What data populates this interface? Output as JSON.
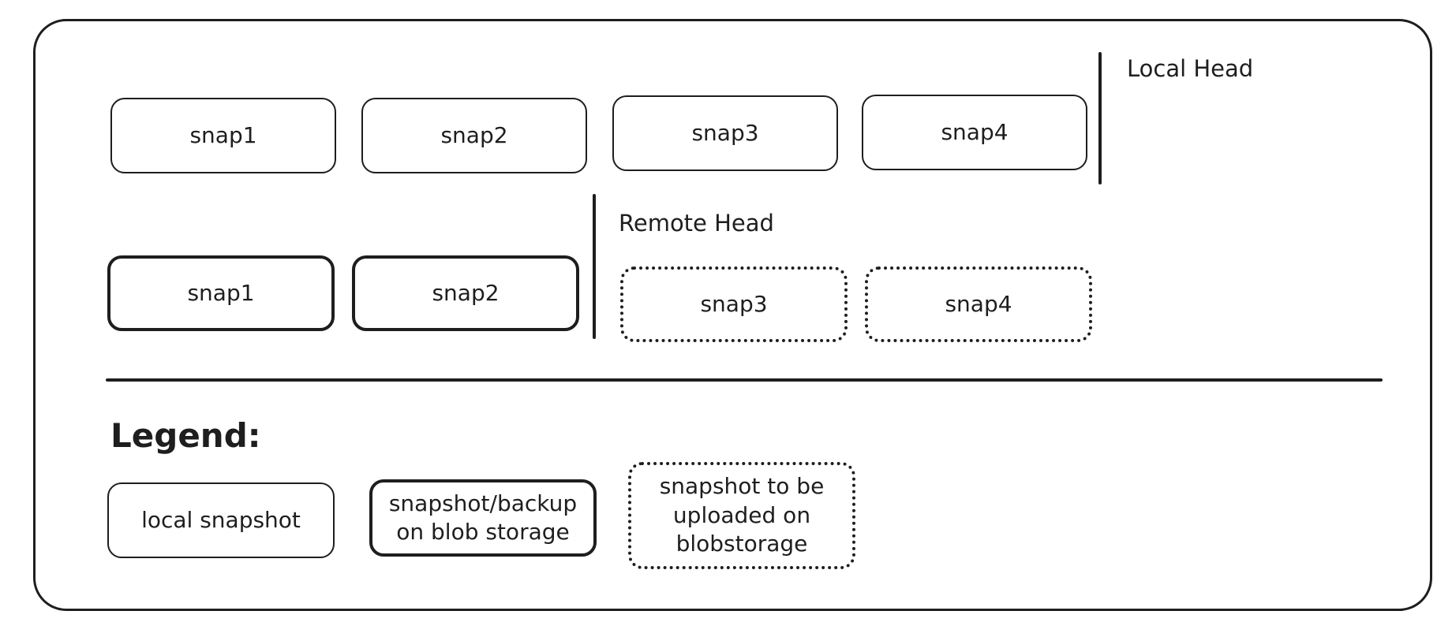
{
  "local_row": {
    "head_label": "Local Head",
    "snapshots": [
      "snap1",
      "snap2",
      "snap3",
      "snap4"
    ]
  },
  "remote_row": {
    "head_label": "Remote Head",
    "uploaded": [
      "snap1",
      "snap2"
    ],
    "pending": [
      "snap3",
      "snap4"
    ]
  },
  "legend": {
    "title": "Legend:",
    "local_snapshot": "local snapshot",
    "blob_snapshot": "snapshot/backup on blob storage",
    "pending_snapshot": "snapshot to be uploaded on blobstorage"
  }
}
